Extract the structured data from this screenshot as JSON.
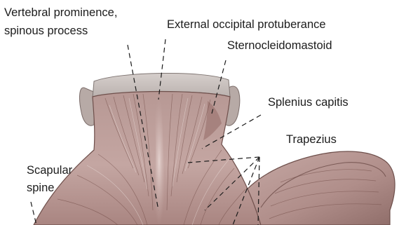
{
  "labels": {
    "vertebral_prominence_line1": "Vertebral prominence,",
    "vertebral_prominence_line2": "spinous process",
    "external_occipital_protuberance": "External occipital protuberance",
    "sternocleidomastoid": "Sternocleidomastoid",
    "splenius_capitis": "Splenius capitis",
    "trapezius": "Trapezius",
    "scapular_spine_line1": "Scapular",
    "scapular_spine_line2": "spine"
  }
}
